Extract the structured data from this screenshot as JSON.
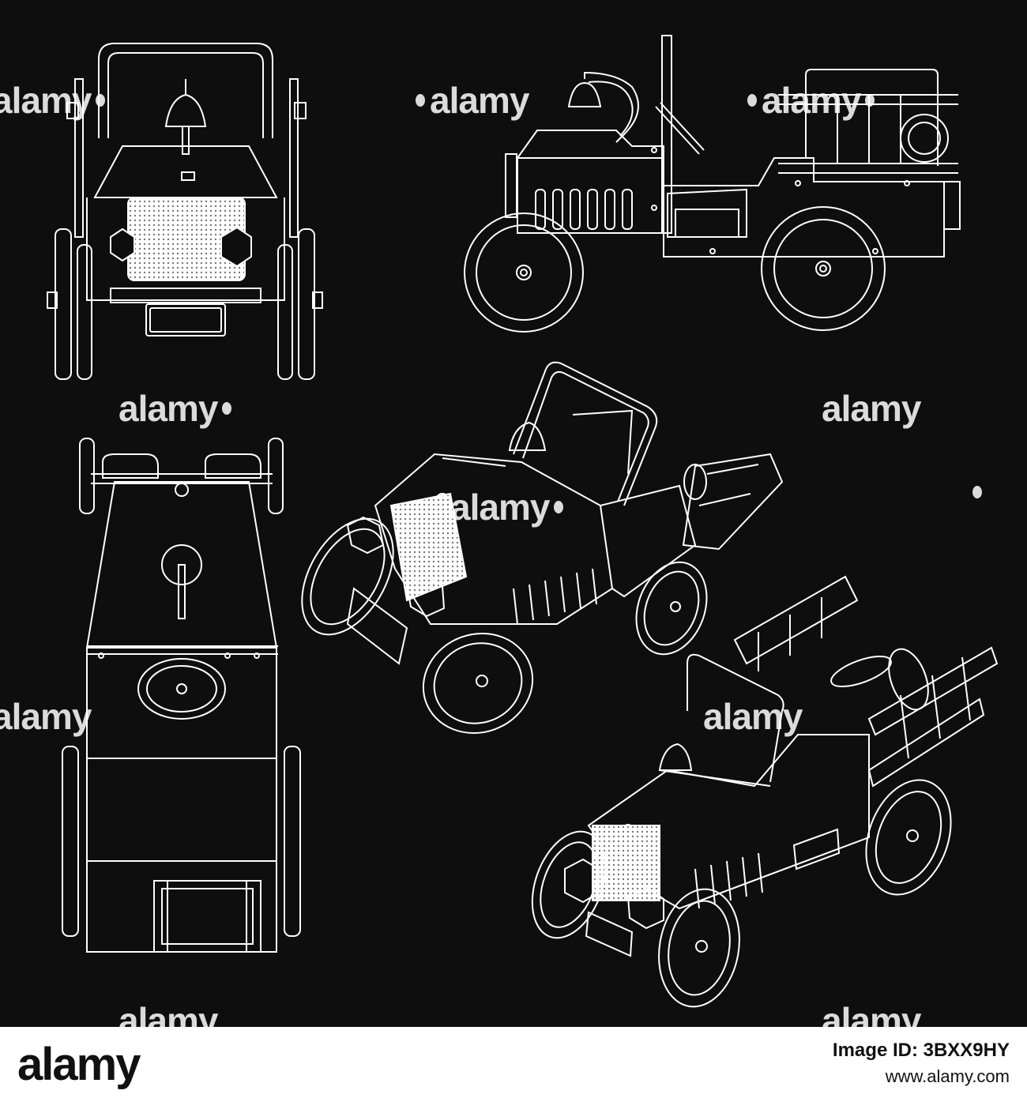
{
  "watermark": {
    "text": "alamy",
    "color": "#ffffff"
  },
  "footer": {
    "logo": "alamy",
    "image_id": "Image ID: 3BXX9HY",
    "url": "www.alamy.com"
  },
  "drawing": {
    "background": "#0e0e0e",
    "line_color": "#ffffff",
    "views": [
      "front-view",
      "side-view",
      "top-view",
      "isometric-front-view",
      "isometric-rear-view"
    ]
  }
}
